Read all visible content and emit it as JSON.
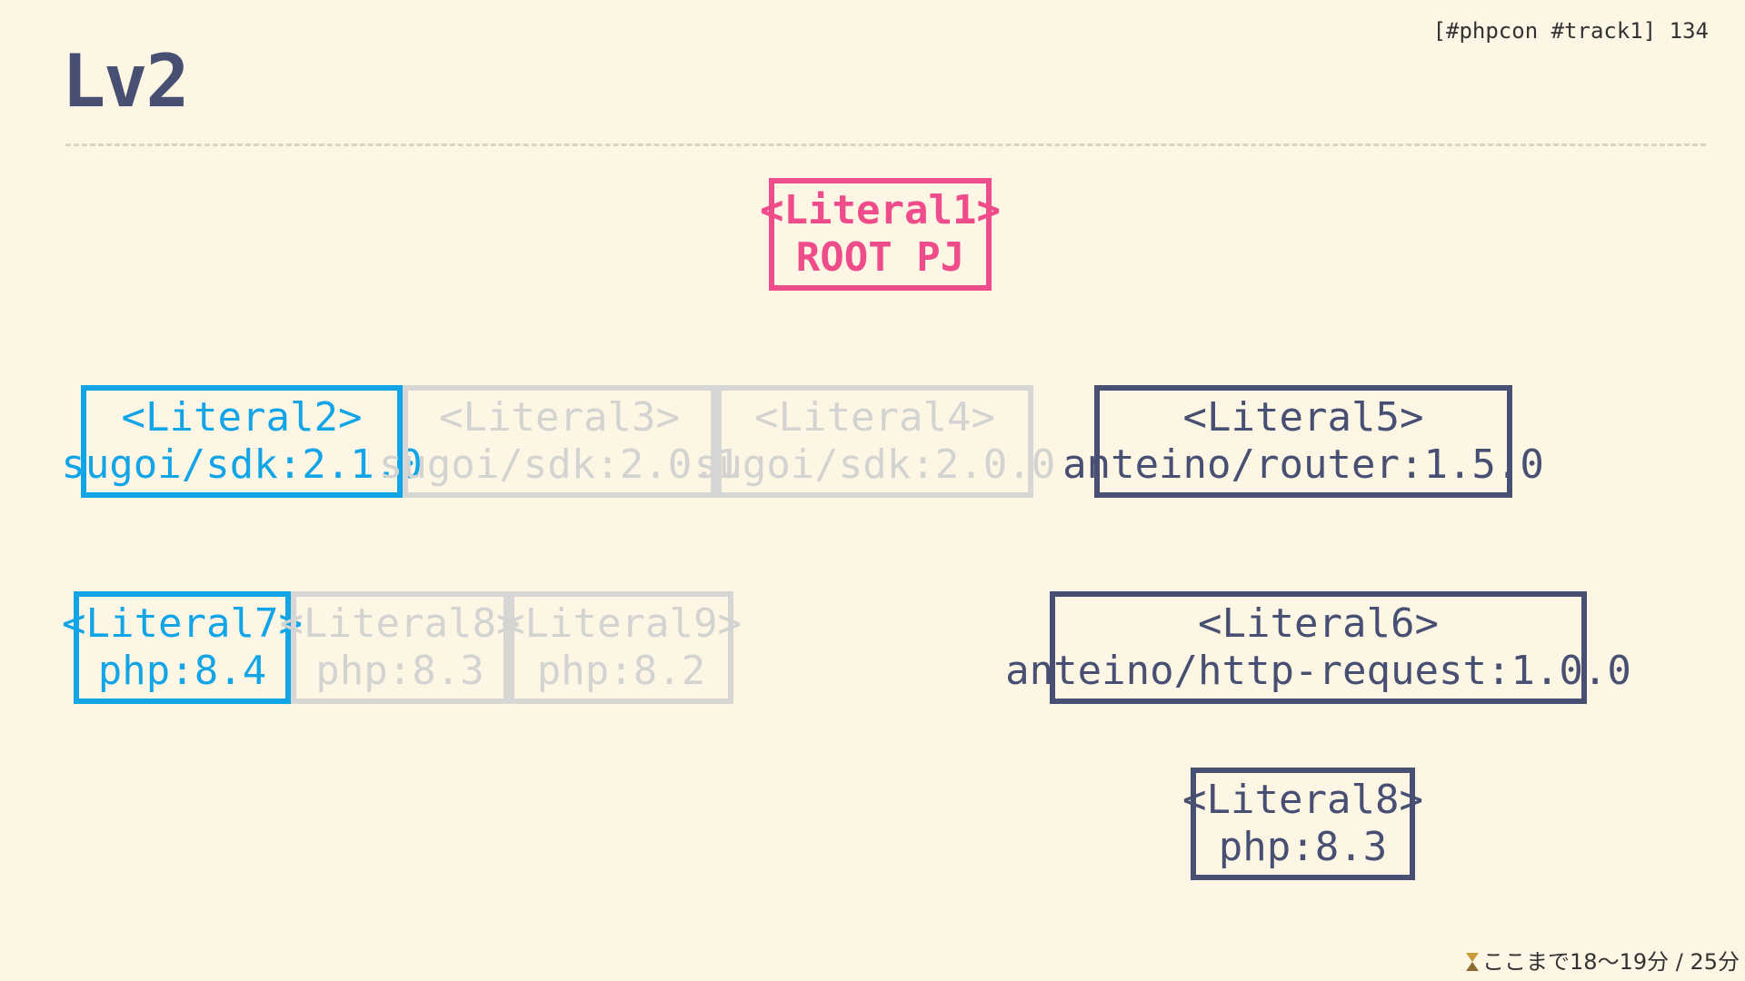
{
  "header": {
    "title": "Lv2",
    "hashtag": "[#phpcon #track1] 134"
  },
  "nodes": {
    "literal1": {
      "label": "<Literal1>",
      "value": "ROOT PJ",
      "state": "root"
    },
    "literal2": {
      "label": "<Literal2>",
      "value": "sugoi/sdk:2.1.0",
      "state": "active"
    },
    "literal3": {
      "label": "<Literal3>",
      "value": "sugoi/sdk:2.0.1",
      "state": "faded"
    },
    "literal4": {
      "label": "<Literal4>",
      "value": "sugoi/sdk:2.0.0",
      "state": "faded"
    },
    "literal5": {
      "label": "<Literal5>",
      "value": "anteino/router:1.5.0",
      "state": "selected"
    },
    "literal6": {
      "label": "<Literal6>",
      "value": "anteino/http-request:1.0.0",
      "state": "selected"
    },
    "literal7": {
      "label": "<Literal7>",
      "value": "php:8.4",
      "state": "active"
    },
    "literal8a": {
      "label": "<Literal8>",
      "value": "php:8.3",
      "state": "faded"
    },
    "literal9": {
      "label": "<Literal9>",
      "value": "php:8.2",
      "state": "faded"
    },
    "literal8b": {
      "label": "<Literal8>",
      "value": "php:8.3",
      "state": "selected"
    }
  },
  "colors": {
    "background": "#fdf6e5",
    "title": "#474f72",
    "root": "#ee4c8a",
    "active": "#11a5e8",
    "faded": "#d6d6d4",
    "selected": "#474f72"
  },
  "footer": {
    "icon": "hourglass-icon",
    "text": "ここまで18〜19分 / 25分"
  }
}
